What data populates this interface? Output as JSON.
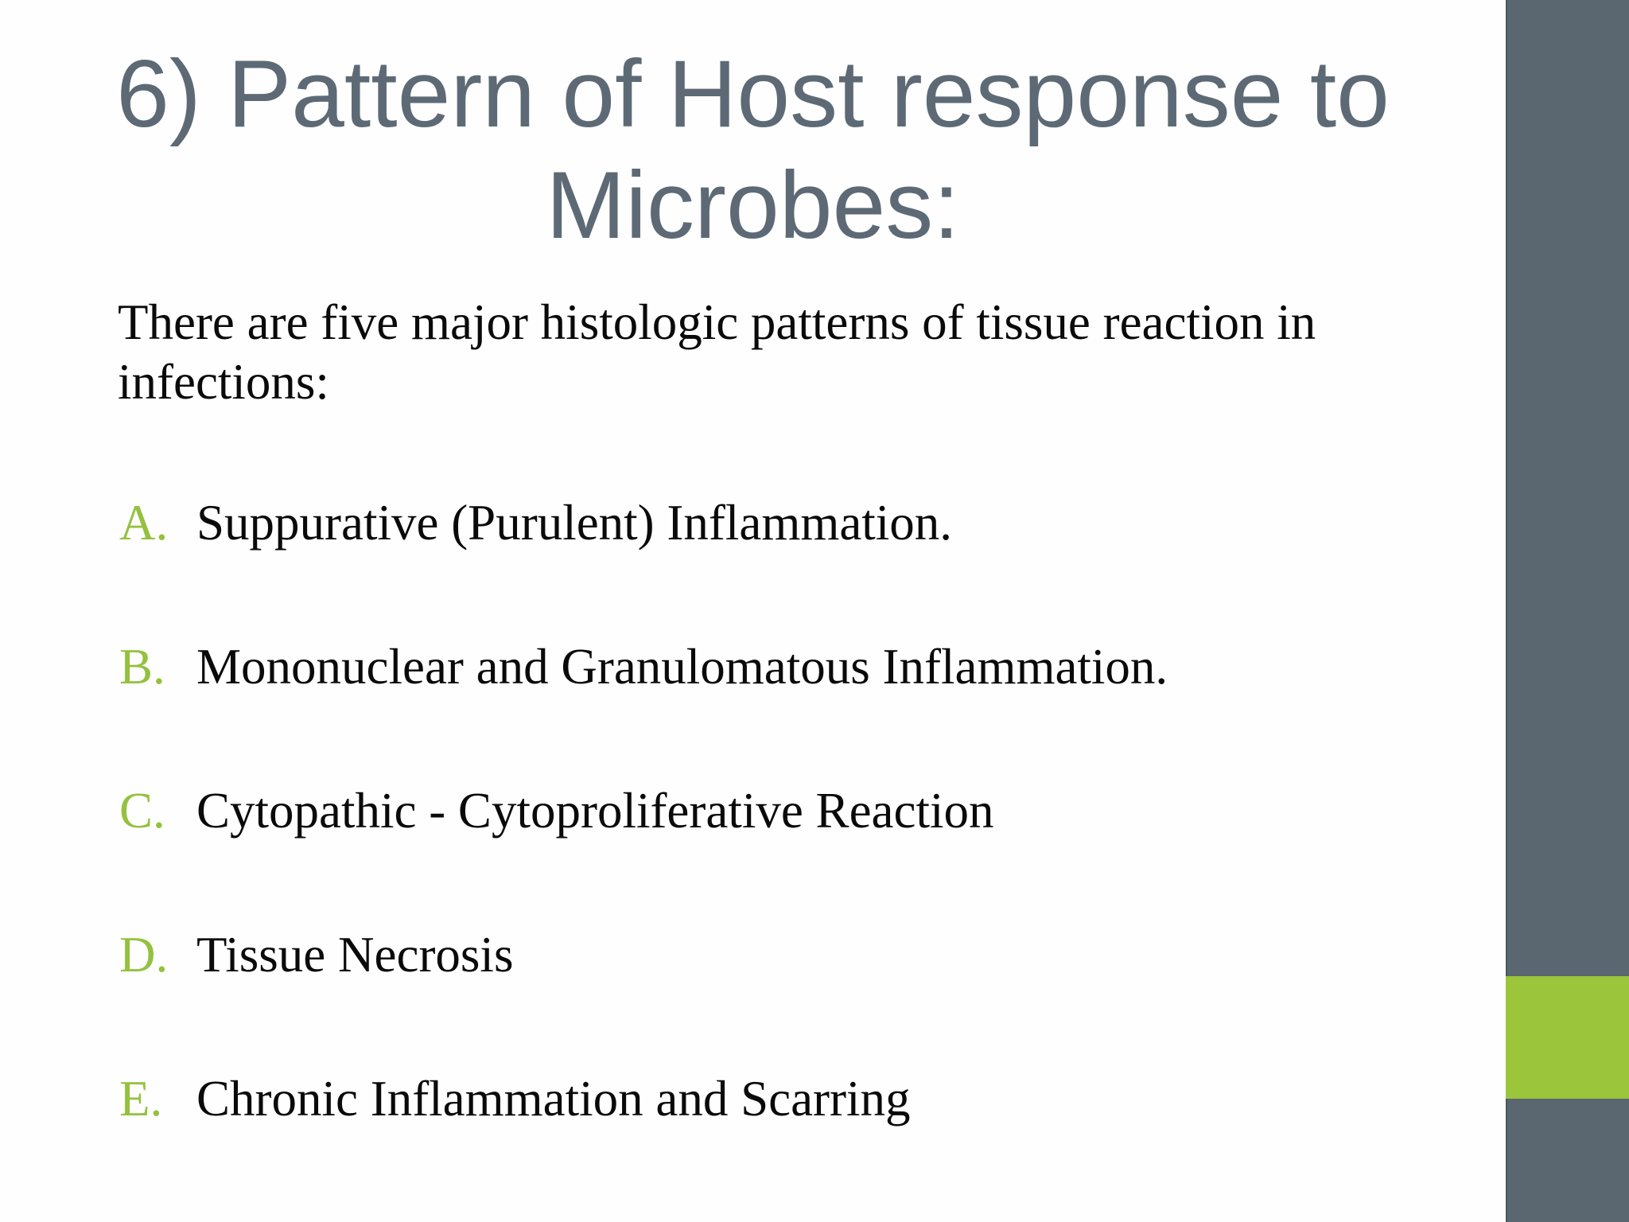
{
  "slide": {
    "title": "6) Pattern of Host response to\nMicrobes:",
    "intro": "There are five major histologic patterns of tissue reaction in\ninfections:",
    "items": [
      {
        "letter": "A.",
        "text": "Suppurative (Purulent) Inflammation."
      },
      {
        "letter": "B.",
        "text": "Mononuclear and Granulomatous Inflammation."
      },
      {
        "letter": "C.",
        "text": "Cytopathic - Cytoproliferative Reaction"
      },
      {
        "letter": "D.",
        "text": "Tissue Necrosis"
      },
      {
        "letter": "E.",
        "text": "Chronic Inflammation and Scarring"
      }
    ],
    "colors": {
      "title_gray": "#5d6a76",
      "sidebar_gray": "#5a6771",
      "accent_green": "#9bc53b",
      "letter_green": "#94c13e",
      "body_text": "#0a0a0a"
    }
  }
}
